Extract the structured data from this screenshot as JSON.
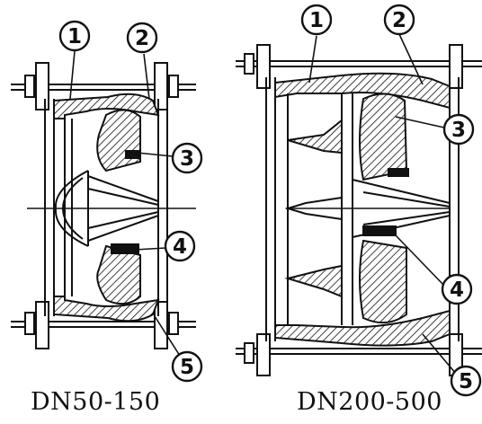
{
  "diagrams": [
    {
      "caption": "DN50-150",
      "callouts": [
        "1",
        "2",
        "3",
        "4",
        "5"
      ]
    },
    {
      "caption": "DN200-500",
      "callouts": [
        "1",
        "2",
        "3",
        "4",
        "5"
      ]
    }
  ]
}
